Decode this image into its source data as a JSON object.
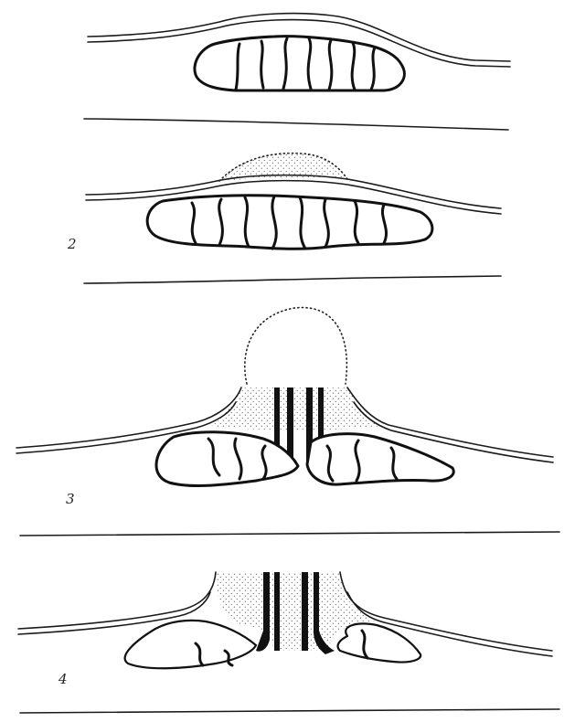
{
  "figure": {
    "stages": [
      {
        "id": "1",
        "label": ""
      },
      {
        "id": "2",
        "label": "2"
      },
      {
        "id": "3",
        "label": "3"
      },
      {
        "id": "4",
        "label": "4"
      }
    ]
  }
}
